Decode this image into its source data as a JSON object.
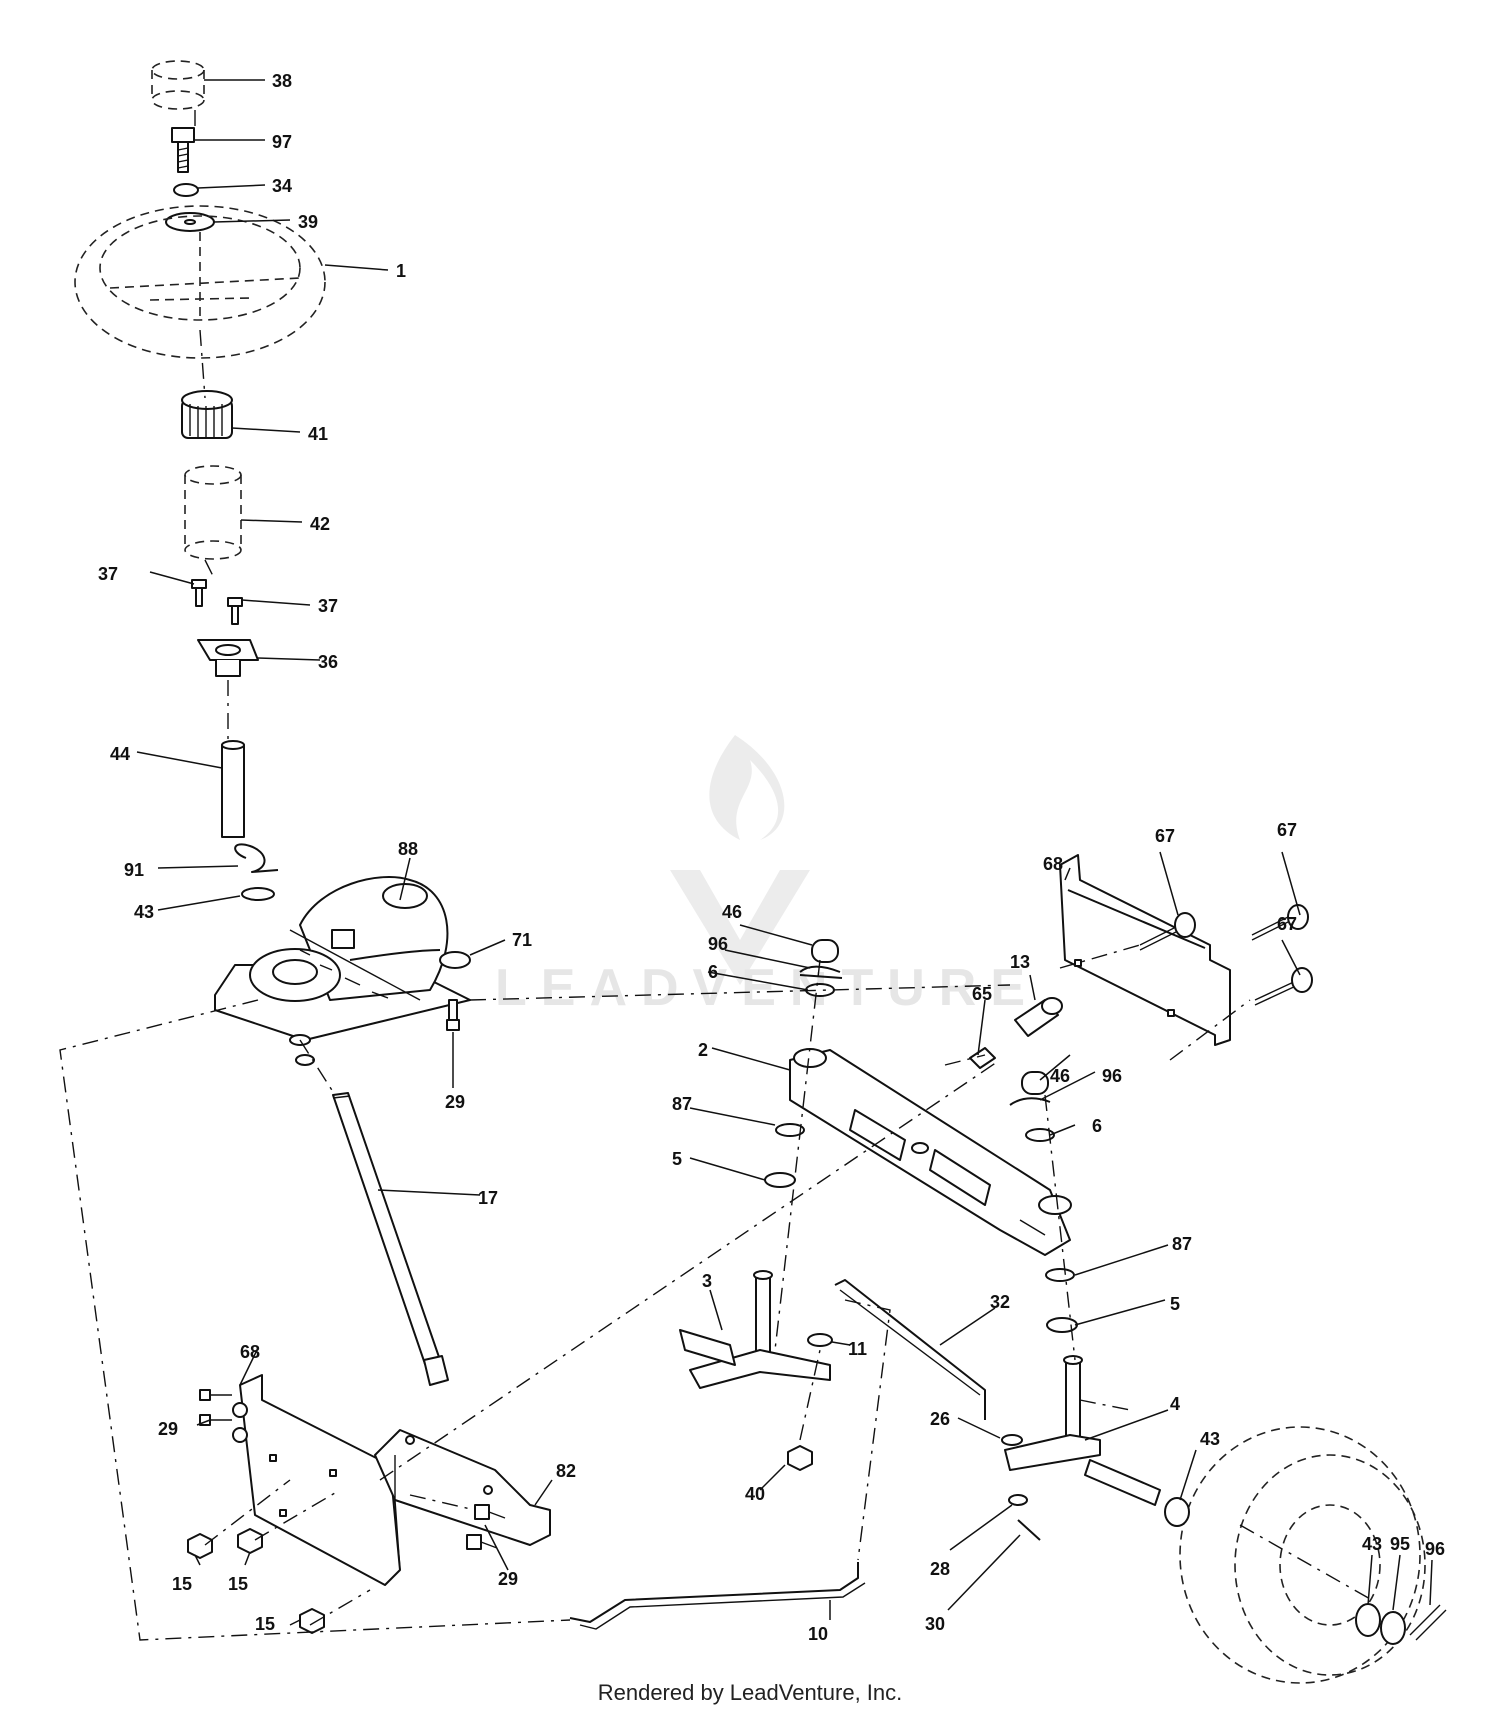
{
  "watermark": {
    "text": "LEADVENTURE"
  },
  "footer": {
    "credit": "Rendered by LeadVenture, Inc."
  },
  "callouts": [
    "38",
    "97",
    "34",
    "39",
    "1",
    "41",
    "42",
    "37",
    "37",
    "36",
    "44",
    "91",
    "88",
    "43",
    "71",
    "29",
    "17",
    "68",
    "67",
    "67",
    "67",
    "13",
    "65",
    "46",
    "96",
    "6",
    "2",
    "46",
    "96",
    "6",
    "87",
    "5",
    "87",
    "5",
    "3",
    "32",
    "11",
    "26",
    "4",
    "43",
    "40",
    "28",
    "30",
    "68",
    "29",
    "82",
    "15",
    "15",
    "29",
    "15",
    "10",
    "43",
    "95",
    "96"
  ]
}
